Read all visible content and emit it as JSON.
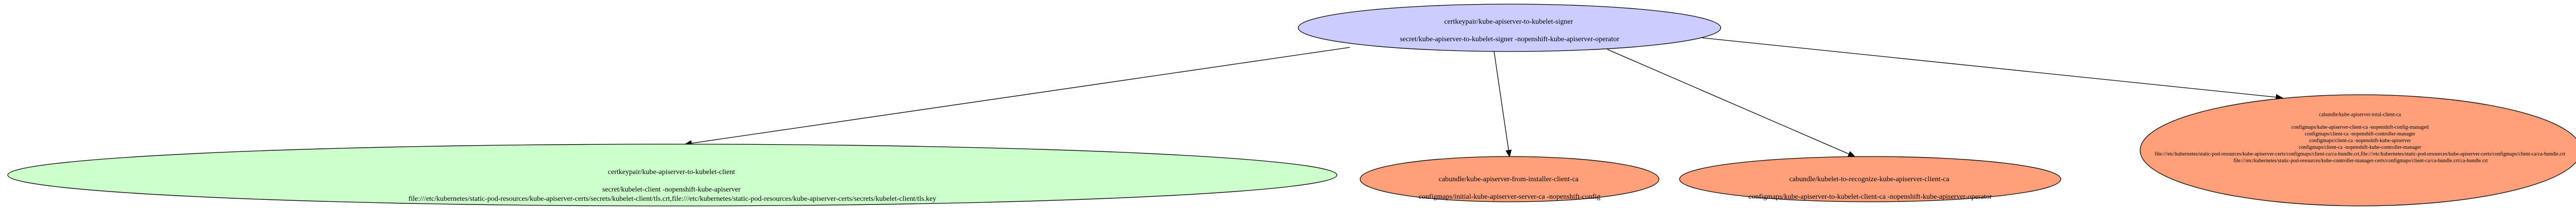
{
  "colors": {
    "root_fill": "#ccccff",
    "keypair_fill": "#ccffcc",
    "cabundle_fill": "#ffa07a",
    "stroke": "#000000"
  },
  "nodes": {
    "root": {
      "lines": [
        "certkeypair/kube-apiserver-to-kubelet-signer",
        "",
        "secret/kube-apiserver-to-kubelet-signer -nopenshift-kube-apiserver-operator"
      ]
    },
    "kubelet_client": {
      "lines": [
        "certkeypair/kube-apiserver-to-kubelet-client",
        "",
        "secret/kubelet-client -nopenshift-kube-apiserver",
        "file:///etc/kubernetes/static-pod-resources/kube-apiserver-certs/secrets/kubelet-client/tls.crt,file:///etc/kubernetes/static-pod-resources/kube-apiserver-certs/secrets/kubelet-client/tls.key"
      ]
    },
    "installer_client_ca": {
      "lines": [
        "cabundle/kube-apiserver-from-installer-client-ca",
        "",
        "configmaps/initial-kube-apiserver-server-ca -nopenshift-config"
      ]
    },
    "kubelet_recognize_ca": {
      "lines": [
        "cabundle/kubelet-to-recognize-kube-apiserver-client-ca",
        "",
        "configmaps/kube-apiserver-to-kubelet-client-ca -nopenshift-kube-apiserver-operator"
      ]
    },
    "total_client_ca": {
      "lines": [
        "cabundle/kube-apiserver-total-client-ca",
        "",
        "configmaps/kube-apiserver-client-ca -nopenshift-config-managed",
        "configmaps/client-ca -nopenshift-controller-manager",
        "configmaps/client-ca -nopenshift-kube-apiserver",
        "configmaps/client-ca -nopenshift-kube-controller-manager",
        "file:///etc/kubernetes/static-pod-resources/kube-apiserver-certs/configmaps/client-ca/ca-bundle.crt,file:///etc/kubernetes/static-pod-resources/kube-apiserver-certs/configmaps/client-ca/ca-bundle.crt",
        "file:///etc/kubernetes/static-pod-resources/kube-controller-manager-certs/configmaps/client-ca/ca-bundle.crt/ca-bundle.crt"
      ]
    }
  }
}
